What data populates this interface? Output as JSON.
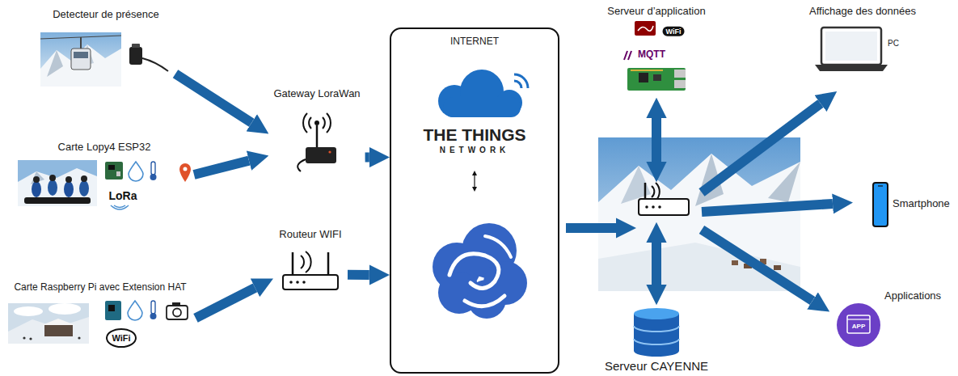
{
  "diagram": {
    "nodes": [
      {
        "text": [
          "Detecteur de présence"
        ]
      },
      {
        "text": [
          "Carte Lopy4 ESP32"
        ]
      },
      {
        "text": [
          "Carte Raspberry Pi avec Extension HAT"
        ]
      },
      {
        "text": [
          "Gateway LoraWan"
        ]
      },
      {
        "text": [
          "Routeur WIFI"
        ]
      },
      {
        "text": [
          "INTERNET"
        ]
      },
      {
        "text": [
          "THE THINGS",
          "NETWORK"
        ],
        "in": 5
      },
      {
        "text": [
          "Serveur d’application"
        ]
      },
      {
        "text": [
          "Affichage des données",
          "PC"
        ]
      },
      {
        "text": [
          "Smartphone"
        ]
      },
      {
        "text": [
          "Applications"
        ]
      },
      {
        "text": [
          "Serveur CAYENNE"
        ]
      }
    ],
    "edges": [
      {
        "from": 0,
        "to": 3,
        "arrow": "to"
      },
      {
        "from": 1,
        "to": 3,
        "arrow": "to"
      },
      {
        "from": 2,
        "to": 4,
        "arrow": "to"
      },
      {
        "from": 3,
        "to": 5,
        "arrow": "to"
      },
      {
        "from": 4,
        "to": 5,
        "arrow": "to"
      }
    ],
    "labels": [
      "LoRa",
      "WiFi",
      "WiFi",
      "MQTT",
      "APP"
    ]
  }
}
